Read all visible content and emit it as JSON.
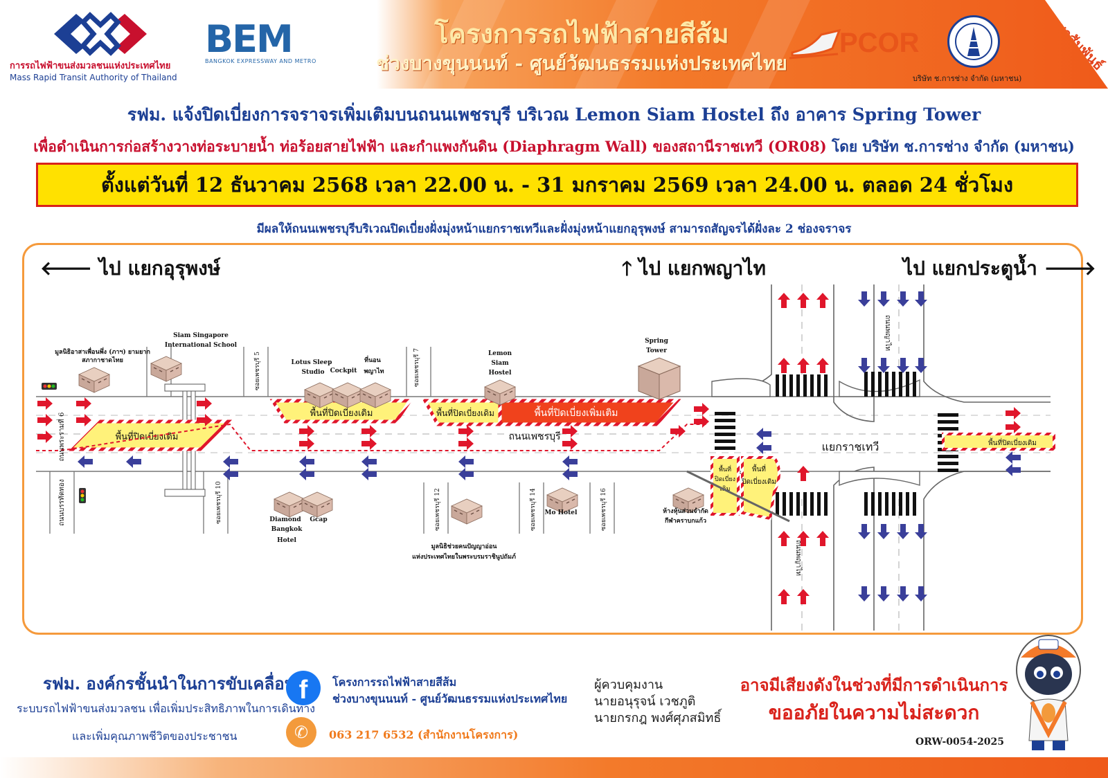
{
  "header": {
    "mrta_th": "การรถไฟฟ้าขนส่งมวลชนแห่งประเทศไทย",
    "mrta_en": "Mass Rapid Transit Authority of Thailand",
    "bem_word": "BEM",
    "bem_sub": "BANGKOK EXPRESSWAY AND METRO",
    "title_line1": "โครงการรถไฟฟ้าสายสีส้ม",
    "title_line2": "ช่วงบางขุนนนท์ - ศูนย์วัฒนธรรมแห่งประเทศไทย",
    "pcor": "PCOR",
    "chkarn_caption": "บริษัท ช.การช่าง จำกัด (มหาชน)",
    "corner_label": "ประชาสัมพันธ์"
  },
  "notice": {
    "line1_a": "รฟม. แจ้งปิดเบี่ยงการจราจรเพิ่มเติมบนถนนเพชรบุรี บริเวณ Lemon Siam Hostel ถึง อาคาร Spring Tower",
    "line2_a": "เพื่อดำเนินการก่อสร้างวางท่อระบายน้ำ ท่อร้อยสายไฟฟ้า และกำแพงกันดิน (Diaphragm Wall) ของสถานีราชเทวี (OR08)",
    "line2_b": "โดย บริษัท ช.การช่าง จำกัด (มหาชน)",
    "date_range": "ตั้งแต่วันที่ 12 ธันวาคม 2568 เวลา 22.00 น.  - 31 มกราคม 2569 เวลา 24.00 น.  ตลอด 24 ชั่วโมง",
    "effect": "มีผลให้ถนนเพชรบุรีบริเวณปิดเบี่ยงฝั่งมุ่งหน้าแยกราชเทวีและฝั่งมุ่งหน้าแยกอุรุพงษ์ สามารถสัญจรได้ฝั่งละ 2 ช่องจราจร"
  },
  "map": {
    "dir_left": "ไป แยกอุรุพงษ์",
    "dir_up": "ไป แยกพญาไท",
    "dir_right": "ไป แยกประตูน้ำ",
    "road_main": "ถนนเพชรบุรี",
    "junction": "แยกราชเทวี",
    "road_side_left": "ถนนบรรทัดทอง",
    "road_side_upper_left": "ถนนพระรามที่ 6",
    "road_phaya_upper": "ถนนพญาไท",
    "road_phaya_lower": "ถนนพญาไท",
    "soi5": "ซอยเพชรบุรี 5",
    "soi7": "ซอยเพชรบุรี 7",
    "soi10": "ซอยเพชรบุรี 10",
    "soi12": "ซอยเพชรบุรี 12",
    "soi14": "ซอยเพชรบุรี 14",
    "soi16": "ซอยเพชรบุรี 16",
    "existing_closure": "พื้นที่ปิดเบี่ยงเดิม",
    "additional_closure": "พื้นที่ปิดเบี่ยงเพิ่มเติม",
    "existing_small_1": "พื้นที่",
    "existing_small_2": "ปิดเบี่ยง",
    "existing_small_3": "เดิม",
    "existing_small_b1": "พื้นที่",
    "existing_small_b2": "ปิดเบี่ยงเดิม",
    "lm_foundation_1": "มูลนิธิอาสาเพื่อนพึ่ง (ภาฯ) ยามยาก",
    "lm_foundation_2": "สภากาชาดไทย",
    "lm_siam_1": "Siam Singapore",
    "lm_siam_2": "International School",
    "lm_lotus_1": "Lotus Sleep",
    "lm_lotus_2": "Studio",
    "lm_cockpit": "Cockpit",
    "lm_tinon_1": "ที่นอน",
    "lm_tinon_2": "พญาไท",
    "lm_lemon_1": "Lemon",
    "lm_lemon_2": "Siam",
    "lm_lemon_3": "Hostel",
    "lm_spring_1": "Spring",
    "lm_spring_2": "Tower",
    "lm_diamond_1": "Diamond",
    "lm_diamond_2": "Bangkok",
    "lm_diamond_3": "Hotel",
    "lm_gcap": "Gcap",
    "lm_mo": "Mo Hotel",
    "lm_kpn_1": "ห้างหุ้นส่วนจำกัด",
    "lm_kpn_2": "กีฬาคราบกแก้ว",
    "lm_mooln_1": "มูลนิธิช่วยคนปัญญาอ่อน",
    "lm_mooln_2": "แห่งประเทศไทยในพระบรมราชินูปถัมภ์"
  },
  "footer": {
    "org_title": "รฟม. องค์กรชั้นนำในการขับเคลื่อน",
    "org_line2": "ระบบรถไฟฟ้าขนส่งมวลชน เพื่อเพิ่มประสิทธิภาพในการเดินทาง",
    "org_line3": "และเพิ่มคุณภาพชีวิตของประชาชน",
    "fb_line1": "โครงการรถไฟฟ้าสายสีส้ม",
    "fb_line2": "ช่วงบางขุนนนท์ - ศูนย์วัฒนธรรมแห่งประเทศไทย",
    "phone": "063 217 6532 (สำนักงานโครงการ)",
    "ctrl_title": "ผู้ควบคุมงาน",
    "ctrl_name1": "นายอนุรุจน์ เวชภูติ",
    "ctrl_name2": "นายกรกฎ พงศ์ศุภสมิทธิ์",
    "warn1": "อาจมีเสียงดังในช่วงที่มีการดำเนินการ",
    "warn2": "ขออภัยในความไม่สะดวก",
    "doc_no": "ORW-0054-2025"
  },
  "colors": {
    "brand_orange": "#f37a2a",
    "mrta_blue": "#1c3f94",
    "closure_existing": "#fff27a",
    "closure_additional": "#f0421c",
    "arrow_red": "#e0162b",
    "arrow_blue": "#3a3f9a",
    "date_box": "#ffe100"
  }
}
